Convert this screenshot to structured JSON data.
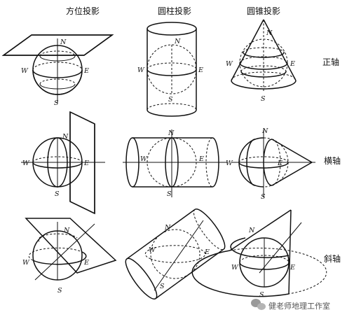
{
  "headers": {
    "azimuthal": "方位投影",
    "cylindrical": "圆柱投影",
    "conic": "圆锥投影"
  },
  "rows": {
    "normal": "正轴",
    "transverse": "横轴",
    "oblique": "斜轴"
  },
  "labels": {
    "north": "N",
    "south": "S",
    "west": "W",
    "east": "E"
  },
  "watermark": "健老师地理工作室",
  "grid": {
    "columns": [
      "azimuthal",
      "cylindrical",
      "conic"
    ],
    "rows": [
      "normal",
      "transverse",
      "oblique"
    ]
  }
}
